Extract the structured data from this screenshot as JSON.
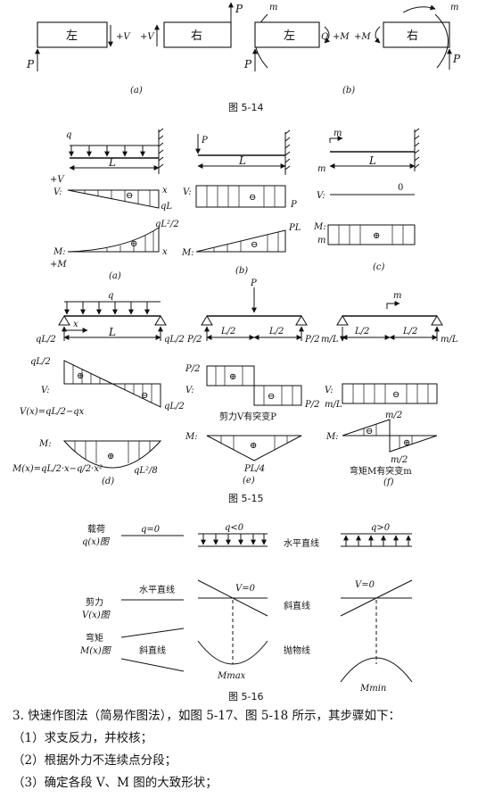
{
  "fig14": {
    "left": "左",
    "right": "右",
    "P": "P",
    "V_left": "+V",
    "V_right": "+V",
    "Q": "Q",
    "M_left": "+M",
    "M_right": "+M",
    "m": "m",
    "sub_a": "(a)",
    "sub_b": "(b)",
    "caption": "图 5-14"
  },
  "fig15": {
    "a": {
      "q": "q",
      "L": "L",
      "V": "V:",
      "plusV": "+V",
      "x": "x",
      "qL": "qL",
      "M": "M:",
      "plusM": "+M",
      "qL2": "qL²/2",
      "minus": "⊖",
      "sub": "(a)"
    },
    "b": {
      "P": "P",
      "L": "L",
      "V": "V:",
      "Pv": "P",
      "M": "M:",
      "PL": "PL",
      "minus": "⊖",
      "sub": "(b)"
    },
    "c": {
      "m": "m",
      "L": "L",
      "V": "V:",
      "zero": "0",
      "M": "M:",
      "mm": "m",
      "plus": "⊕",
      "sub": "(c)"
    },
    "d": {
      "q": "q",
      "x": "x",
      "L": "L",
      "qL2l": "qL/2",
      "qL2r": "qL/2",
      "V": "V:",
      "vtop": "qL/2",
      "vbot": "qL/2",
      "Vx": "V(x)=qL/2−qx",
      "M": "M:",
      "Mx": "M(x)=qL/2·x−q/2·x²",
      "Mmax": "qL²/8",
      "plus": "⊕",
      "minus": "⊖",
      "sub": "(d)"
    },
    "e": {
      "P": "P",
      "P2l": "P/2",
      "P2r": "P/2",
      "L2a": "L/2",
      "L2b": "L/2",
      "V": "V:",
      "vtop": "P/2",
      "vbot": "P/2",
      "note": "剪力V有突变P",
      "M": "M:",
      "PL4": "PL/4",
      "plus": "⊕",
      "minus": "⊖",
      "sub": "(e)"
    },
    "f": {
      "m": "m",
      "mLl": "m/L",
      "mLr": "m/L",
      "L2a": "L/2",
      "L2b": "L/2",
      "V": "V:",
      "vleft": "m/L",
      "M": "M:",
      "m2top": "m/2",
      "m2bot": "m/2",
      "note": "弯矩M有突变m",
      "plus": "⊕",
      "minus": "⊖",
      "sub": "(f)"
    },
    "caption": "图 5-15"
  },
  "fig16": {
    "load_label_1": "载荷",
    "load_label_2": "q(x)图",
    "q0": "q=0",
    "qneg": "q<0",
    "qpos": "q>0",
    "load_desc": "水平直线",
    "shear_label_1": "剪力",
    "shear_label_2": "V(x)图",
    "shear_h": "水平直线",
    "v0a": "V=0",
    "v0b": "V=0",
    "shear_desc": "斜直线",
    "moment_label_1": "弯矩",
    "moment_label_2": "M(x)图",
    "moment_s": "斜直线",
    "moment_desc": "抛物线",
    "mmax": "Mmax",
    "mmin": "Mmin",
    "caption": "图 5-16"
  },
  "text": {
    "line1": "3. 快速作图法（简易作图法），如图 5-17、图 5-18 所示，其步骤如下：",
    "line2": "（1）求支反力，并校核；",
    "line3": "（2）根据外力不连续点分段；",
    "line4": "（3）确定各段 V、M 图的大致形状；"
  }
}
